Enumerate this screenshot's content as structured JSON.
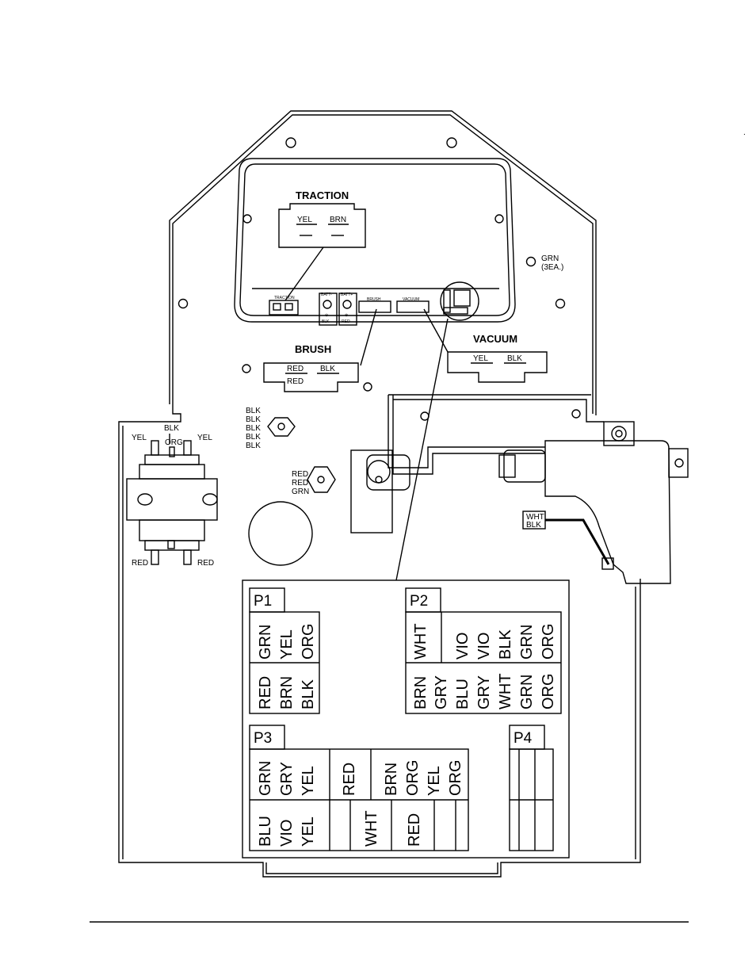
{
  "labels": {
    "traction": "TRACTION",
    "traction_yel": "YEL",
    "traction_brn": "BRN",
    "brush": "BRUSH",
    "brush_red1": "RED",
    "brush_blk": "BLK",
    "brush_red2": "RED",
    "vacuum": "VACUUM",
    "vacuum_yel": "YEL",
    "vacuum_blk": "BLK",
    "grn_3ea_1": "GRN",
    "grn_3ea_2": "(3EA.)",
    "blk_stack": [
      "BLK",
      "BLK",
      "BLK",
      "BLK",
      "BLK"
    ],
    "rrg_stack": [
      "RED",
      "RED",
      "GRN"
    ],
    "wht": "WHT",
    "blk": "BLK",
    "mini_traction": "TRACTION",
    "mini_brush": "BRUSH",
    "mini_vacuum": "VACUUM",
    "batt_neg": "BATT-",
    "batt_pos": "BATT+",
    "batt_blk": "BLK",
    "batt_red": "RED",
    "sol_blk": "BLK",
    "sol_yel_left": "YEL",
    "sol_org": "ORG",
    "sol_yel_right": "YEL",
    "sol_red_left": "RED",
    "sol_red_right": "RED"
  },
  "connectors": {
    "p1": {
      "title": "P1",
      "top": [
        "GRN",
        "YEL",
        "ORG"
      ],
      "bottom": [
        "RED",
        "BRN",
        "BLK"
      ]
    },
    "p2": {
      "title": "P2",
      "top": [
        "WHT",
        "",
        "VIO",
        "VIO",
        "BLK",
        "GRN",
        "ORG"
      ],
      "bottom": [
        "BRN",
        "GRY",
        "BLU",
        "GRY",
        "WHT",
        "GRN",
        "ORG"
      ]
    },
    "p3": {
      "title": "P3",
      "top": [
        "GRN",
        "GRY",
        "YEL",
        "RED",
        "BRN",
        "ORG",
        "YEL",
        "ORG"
      ],
      "bottom": [
        "BLU",
        "VIO",
        "YEL",
        "WHT",
        "RED"
      ]
    },
    "p4": {
      "title": "P4"
    }
  }
}
